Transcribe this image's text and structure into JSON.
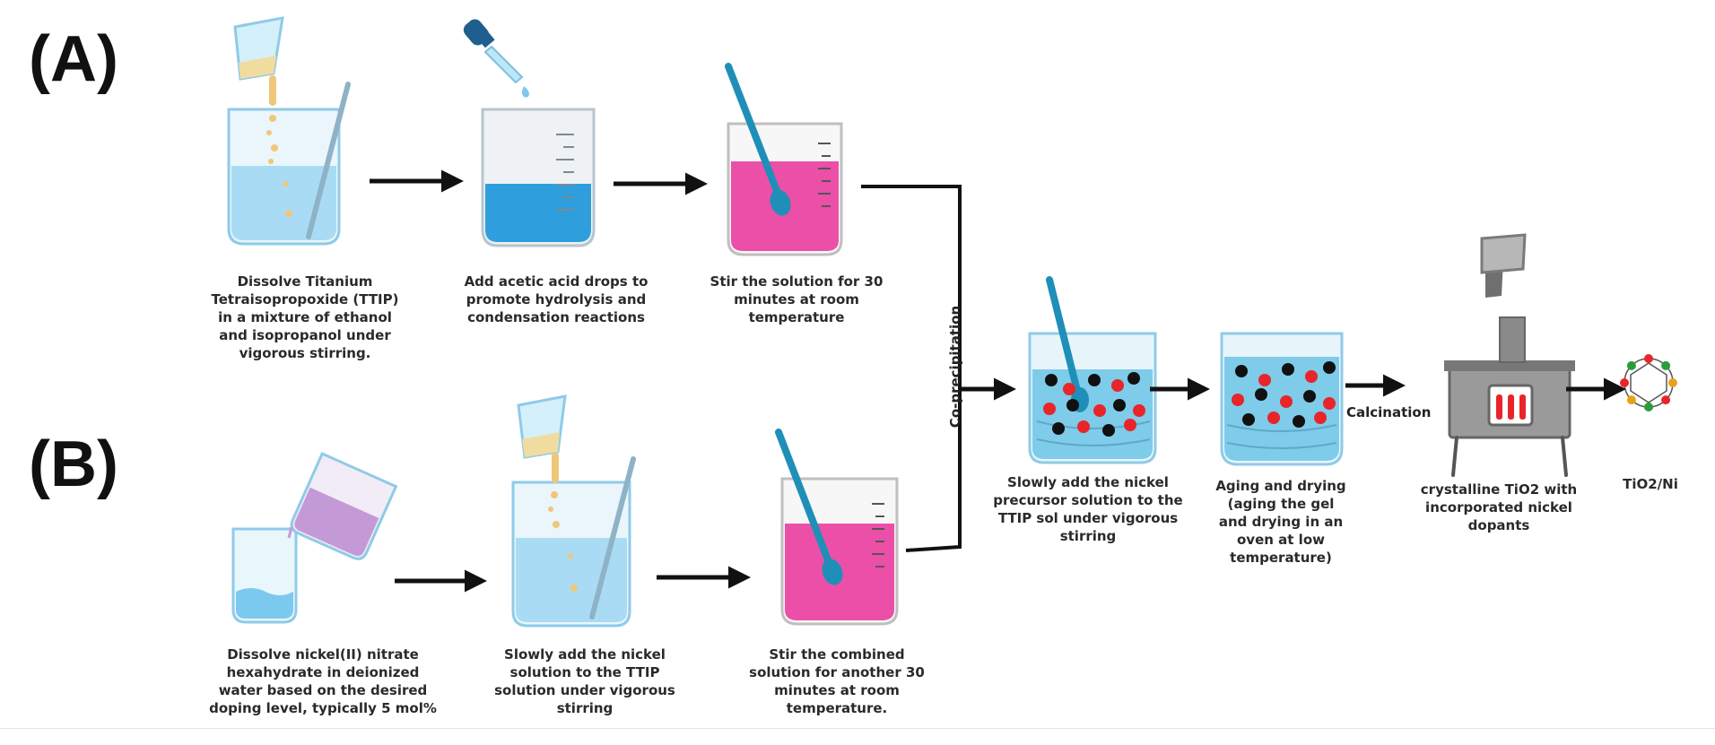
{
  "panels": {
    "a": "(A)",
    "b": "(B)"
  },
  "captions": {
    "a1": "Dissolve Titanium Tetraisopropoxide (TTIP) in a mixture of ethanol and isopropanol under vigorous stirring.",
    "a2": "Add acetic acid drops to promote hydrolysis and condensation reactions",
    "a3": "Stir the solution for 30 minutes at room temperature",
    "b1": "Dissolve nickel(II) nitrate hexahydrate in deionized water based on the desired doping level, typically 5 mol%",
    "b2": "Slowly add the nickel solution to the TTIP solution under vigorous stirring",
    "b3": "Stir the combined solution for another 30 minutes at room temperature.",
    "c1": "Slowly add the nickel precursor solution to the TTIP sol under vigorous stirring",
    "c2": "Aging and drying (aging the gel and drying in an oven at low temperature)",
    "c3": "crystalline TiO2 with incorporated nickel dopants",
    "c4": "TiO2/Ni"
  },
  "labels": {
    "coprecipitation": "Co-precipitation",
    "calcination": "Calcination"
  },
  "colors": {
    "liquid_blue_light": "#a9dcf4",
    "liquid_blue_dark": "#2e9fdc",
    "liquid_pink": "#ec4fa8",
    "liquid_purple": "#c49ad6",
    "glass": "#d6eef9",
    "glass_edge": "#9fd1ea",
    "stirrer": "#1f8fb8",
    "arrow": "#111111",
    "dot_black": "#111111",
    "dot_red": "#e8252a",
    "furnace": "#8a8a8a"
  },
  "icons": {
    "beaker_pour": "beaker-with-pouring-cup-icon",
    "dropper": "dropper-icon",
    "furnace": "furnace-icon",
    "molecule": "molecule-icon"
  }
}
